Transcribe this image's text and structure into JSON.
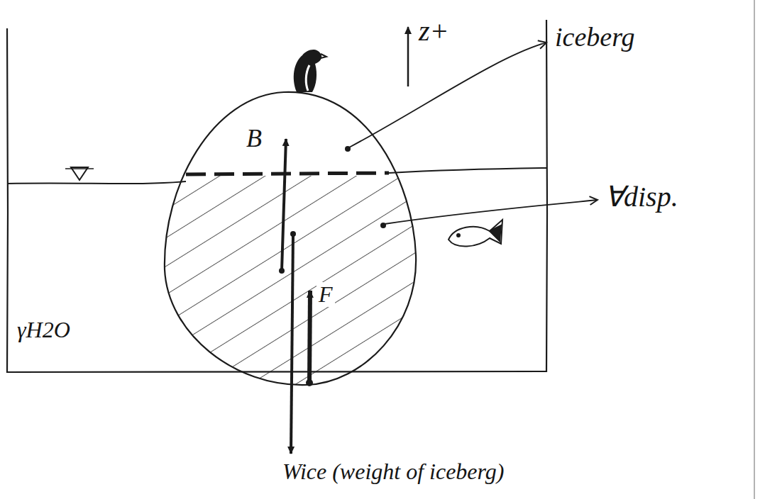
{
  "diagram": {
    "labels": [
      "z+",
      "iceberg",
      "∀disp.",
      "B",
      "F",
      "γH2O",
      "Wice (weight of iceberg)"
    ]
  }
}
